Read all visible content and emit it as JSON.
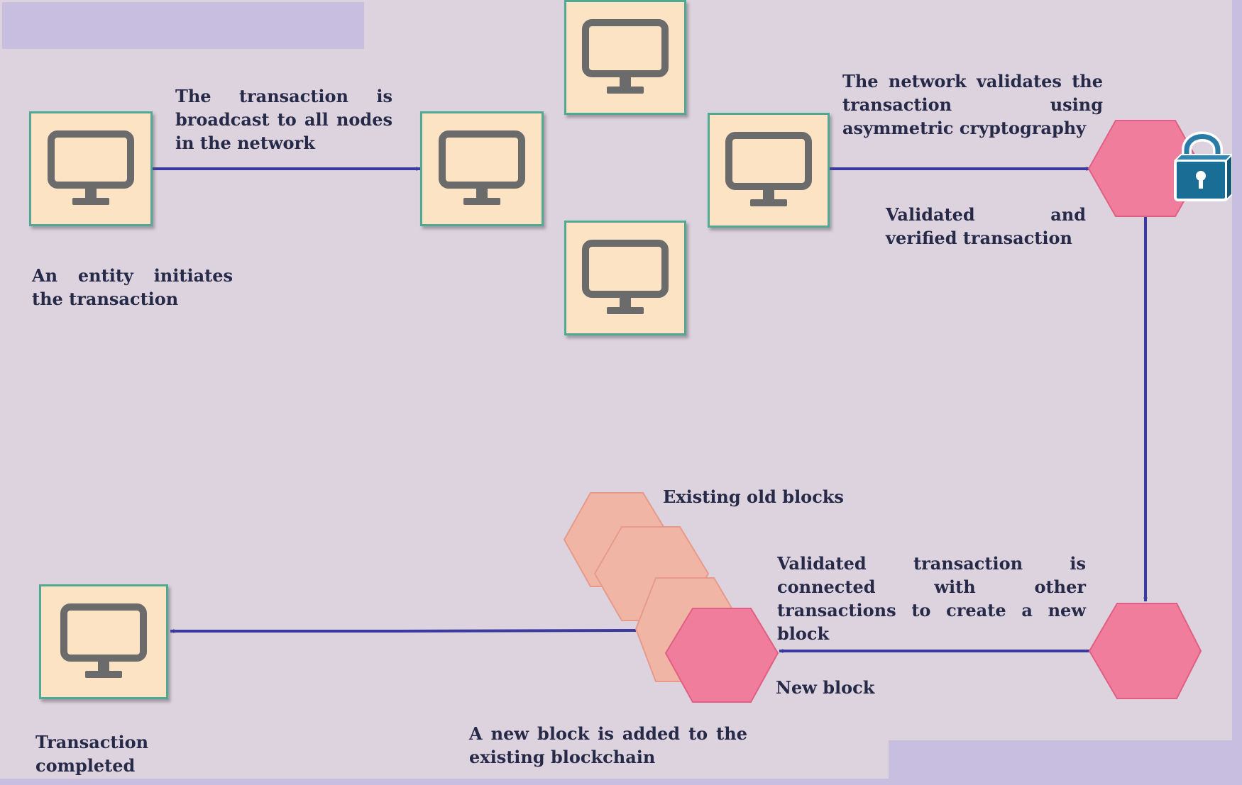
{
  "labels": {
    "initiate": "An entity initiates the transaction",
    "broadcast": "The transaction is broadcast to all nodes in the network",
    "validate": "The network validates the transaction using asymmetric cryptography",
    "verified": "Validated and verified transaction",
    "existing_blocks": "Existing old blocks",
    "connected": "Validated transaction is connected with other transactions to create a new block",
    "new_block": "New block",
    "added": "A new block is added to the existing blockchain",
    "completed": "Transaction completed"
  },
  "icons": {
    "node": "monitor-icon",
    "lock": "padlock-icon"
  },
  "colors": {
    "background": "#dcd3de",
    "band": "#c8bfe0",
    "node_fill": "#fbe3c4",
    "node_border": "#4fa993",
    "monitor": "#6b6b6b",
    "arrow": "#3b3a9e",
    "block_new": "#f07d9c",
    "block_old": "#f1b5a6",
    "lock": "#1a6d95",
    "text": "#262a48"
  }
}
